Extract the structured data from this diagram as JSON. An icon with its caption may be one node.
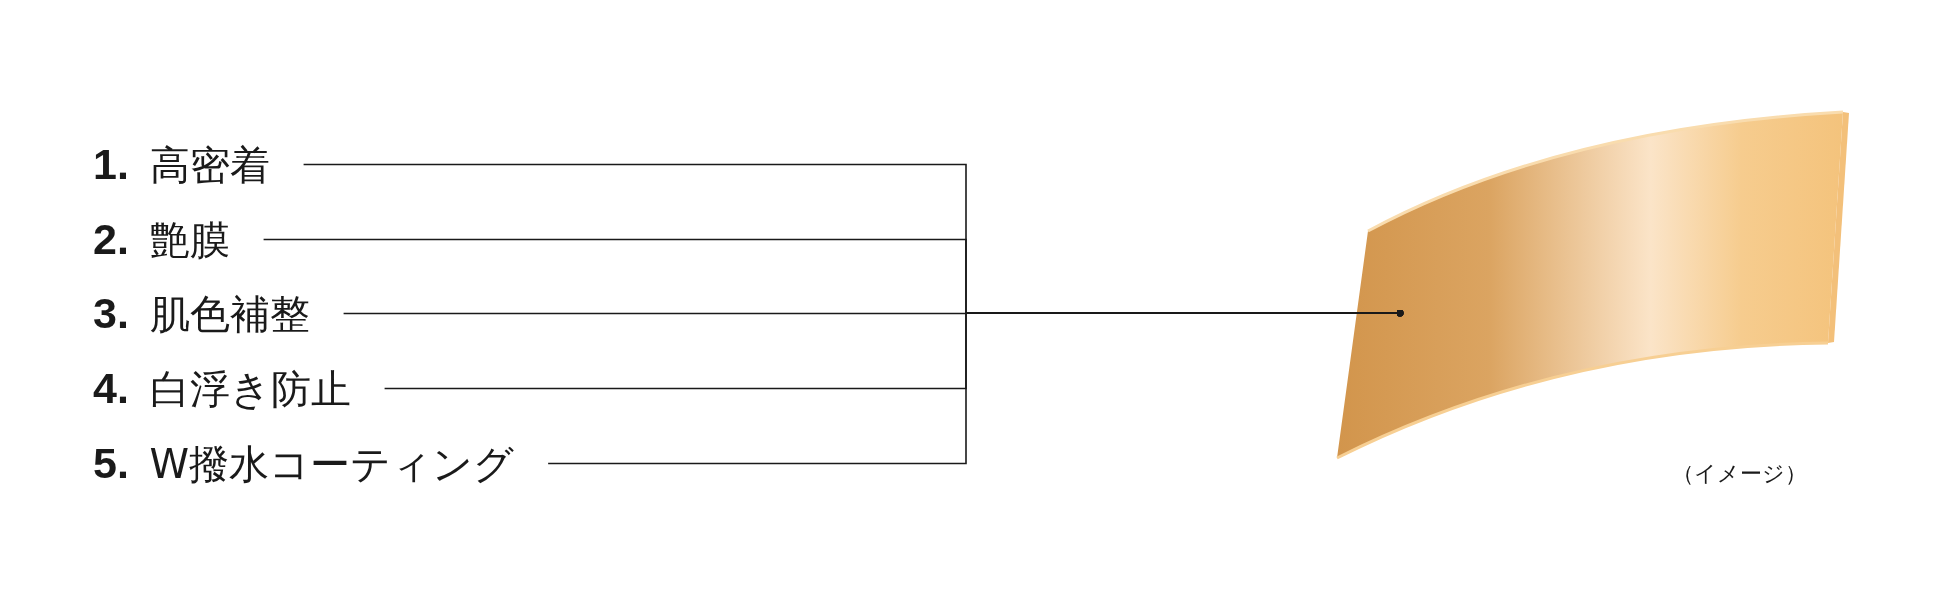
{
  "diagram": {
    "nodes": [
      {
        "text": [
          "**1.** 高密着"
        ]
      },
      {
        "text": [
          "**2.** 艶膜"
        ]
      },
      {
        "text": [
          "**3.** 肌色補整"
        ]
      },
      {
        "text": [
          "**4.** 白浮き防止"
        ]
      },
      {
        "text": [
          "**5.** W撥水コーティング"
        ]
      },
      {
        "text": [],
        "shape": "picture",
        "beside": [
          "（イメージ）"
        ]
      }
    ],
    "edges": [
      {
        "from": 0,
        "to": 5,
        "arrow": "other"
      },
      {
        "from": 1,
        "to": 5,
        "arrow": "other"
      },
      {
        "from": 2,
        "to": 5,
        "arrow": "other"
      },
      {
        "from": 3,
        "to": 5,
        "arrow": "other"
      },
      {
        "from": 4,
        "to": 5,
        "arrow": "other"
      }
    ]
  }
}
